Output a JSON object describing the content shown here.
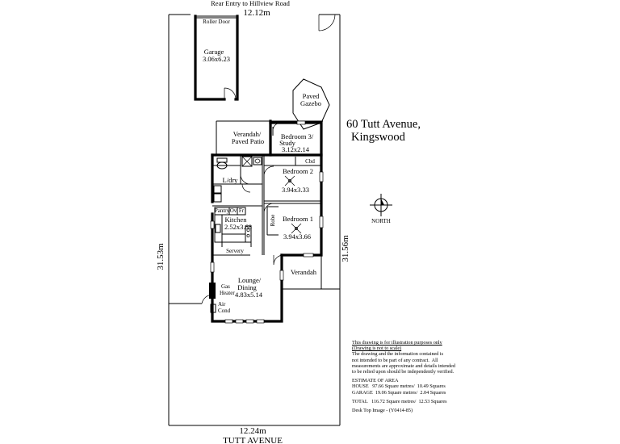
{
  "site": {
    "rear_entry": "Rear Entry to Hillview Road",
    "top_width": "12.12m",
    "bottom_width": "12.24m",
    "left_depth": "31.53m",
    "right_depth": "31.56m",
    "street": "TUTT AVENUE"
  },
  "address": {
    "line1": "60 Tutt Avenue,",
    "line2": "Kingswood"
  },
  "north_label": "NORTH",
  "outbuildings": {
    "garage_name": "Garage",
    "garage_size": "3.06x6.23",
    "roller_door": "Roller Door",
    "gazebo_line1": "Paved",
    "gazebo_line2": "Gazebo"
  },
  "rooms": {
    "verandah_patio_1": "Verandah/",
    "verandah_patio_2": "Paved Patio",
    "bed3_1": "Bedroom 3/",
    "bed3_2": "Study",
    "bed3_size": "3.12x2.14",
    "cbd": "Cbd",
    "bed2": "Bedroom 2",
    "bed2_size": "3.94x3.33",
    "ldry": "L/dry",
    "pantry": "Pantry",
    "ov": "Ov",
    "fr": "Fr",
    "kitchen": "Kitchen",
    "kitchen_size": "2.52x3.68",
    "servery": "Servery",
    "robe": "Robe",
    "bed1": "Bedroom 1",
    "bed1_size": "3.94x3.66",
    "verandah": "Verandah",
    "lounge_1": "Lounge/",
    "lounge_2": "Dining",
    "lounge_size": "4.83x5.14",
    "gas_1": "Gas",
    "gas_2": "Heater",
    "air_1": "Air",
    "air_2": "Cond"
  },
  "notes": {
    "line1": "This drawing is for illustration purposes only",
    "line2": "(Drawing is not to scale)",
    "line3": "The drawing and the information contained is",
    "line4": "not intended to be part of any contract.  All",
    "line5": "measurements are approximate and details intended",
    "line6": "to be relied upon should be independently verified.",
    "estimate_title": "ESTIMATE OF AREA",
    "house": "HOUSE   97.66 Square metres/  10.49 Squares",
    "garage": "GARAGE  19.06 Square metres/  2.04 Squares",
    "total": "TOTAL   116.72 Square metres/  12.53 Squares",
    "credit": "Desk Top Image - (Y0414-85)"
  }
}
